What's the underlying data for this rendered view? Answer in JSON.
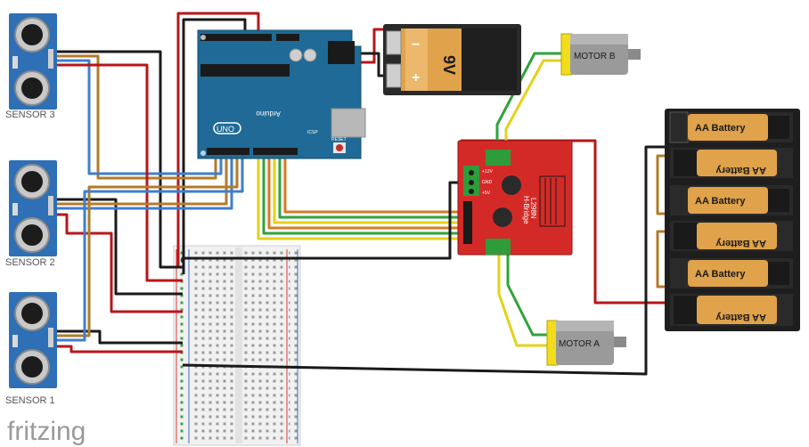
{
  "sensors": [
    {
      "label": "SENSOR 3"
    },
    {
      "label": "SENSOR 2"
    },
    {
      "label": "SENSOR 1"
    }
  ],
  "arduino": {
    "brand": "Arduino",
    "model": "UNO",
    "reset_label": "RESET",
    "icsp_label": "ICSP"
  },
  "battery_9v": {
    "voltage": "9V",
    "minus": "−",
    "plus": "+"
  },
  "motors": [
    {
      "label": "MOTOR B"
    },
    {
      "label": "MOTOR A"
    }
  ],
  "driver": {
    "chip": "L298N",
    "type": "H-Bridge",
    "pin_12v": "+12V",
    "pin_gnd": "GND",
    "pin_5v": "+5V"
  },
  "aa_batteries": [
    {
      "label": "AA Battery"
    },
    {
      "label": "AA Battery"
    },
    {
      "label": "AA Battery"
    },
    {
      "label": "AA Battery"
    },
    {
      "label": "AA Battery"
    },
    {
      "label": "AA Battery"
    }
  ],
  "watermark": "fritzing",
  "colors": {
    "sensor_blue": "#2e6fb5",
    "arduino_blue": "#1f6a96",
    "driver_red": "#d42a27",
    "wire_red": "#b8161a",
    "wire_black": "#1a1a1a",
    "wire_brown": "#b37b2a",
    "wire_orange": "#d8782a",
    "wire_yellow": "#e3d21a",
    "wire_green": "#2fa33b",
    "wire_blue": "#3f7ecf",
    "motor_yellow": "#f2dd1c"
  }
}
